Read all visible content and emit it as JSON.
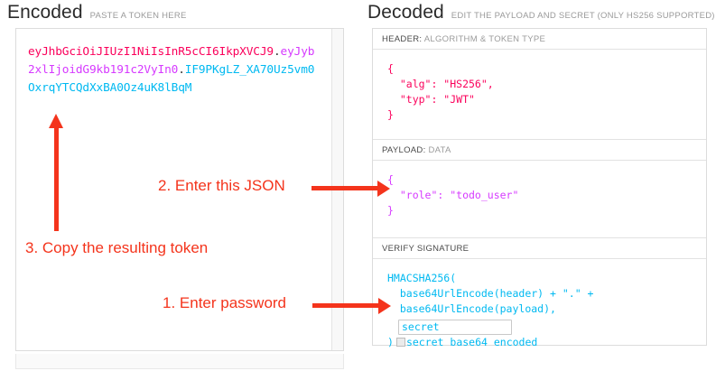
{
  "encoded": {
    "title": "Encoded",
    "subtitle": "PASTE A TOKEN HERE",
    "token": {
      "header_part": "eyJhbGciOiJIUzI1NiIsInR5cCI6IkpXVCJ9",
      "dot1": ".",
      "payload_part": "eyJyb2xlIjoidG9kb191c2VyIn0",
      "dot2": ".",
      "signature_part": "IF9PKgLZ_XA70Uz5vm0OxrqYTCQdXxBA0Oz4uK8lBqM"
    }
  },
  "decoded": {
    "title": "Decoded",
    "subtitle": "EDIT THE PAYLOAD AND SECRET (ONLY HS256 SUPPORTED)",
    "sections": {
      "header": {
        "label_strong": "HEADER:",
        "label_rest": " ALGORITHM & TOKEN TYPE",
        "body": "{\n  \"alg\": \"HS256\",\n  \"typ\": \"JWT\"\n}"
      },
      "payload": {
        "label_strong": "PAYLOAD:",
        "label_rest": " DATA",
        "body": "{\n  \"role\": \"todo_user\"\n}"
      },
      "verify": {
        "label_strong": "VERIFY SIGNATURE",
        "label_rest": "",
        "line1": "HMACSHA256(",
        "line2": "  base64UrlEncode(header) + \".\" +",
        "line3": "  base64UrlEncode(payload),",
        "secret_value": "secret",
        "secret_placeholder": "secret",
        "closing_paren": ")",
        "checkbox_label": "secret base64 encoded",
        "checkbox_checked": false
      }
    }
  },
  "annotations": {
    "step1": "1. Enter password",
    "step2": "2. Enter this JSON",
    "step3": "3. Copy the resulting token"
  },
  "colors": {
    "header_token": "#fb015b",
    "payload_token": "#d63aff",
    "signature_token": "#00b9f1",
    "annotation_red": "#f4341c"
  }
}
